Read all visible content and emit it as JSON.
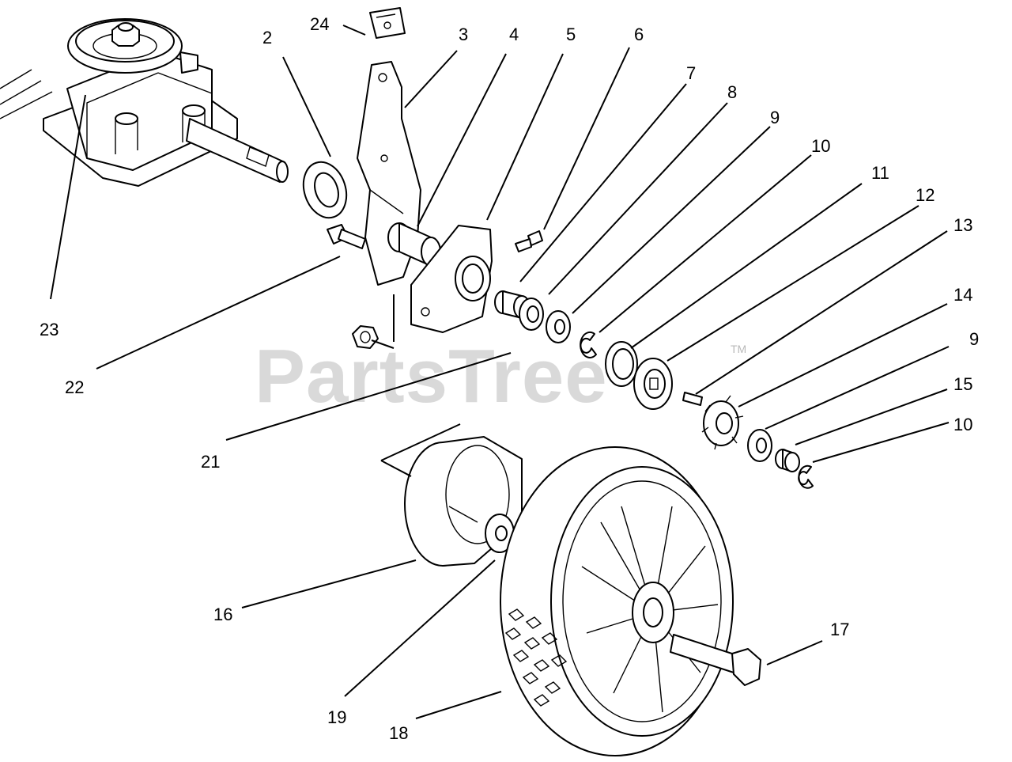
{
  "watermark": {
    "text": "PartsTree",
    "trademark": "TM"
  },
  "callouts": [
    "2",
    "3",
    "4",
    "5",
    "6",
    "7",
    "8",
    "9",
    "10",
    "11",
    "12",
    "13",
    "14",
    "9",
    "15",
    "10",
    "16",
    "17",
    "18",
    "19",
    "21",
    "22",
    "23",
    "24"
  ]
}
